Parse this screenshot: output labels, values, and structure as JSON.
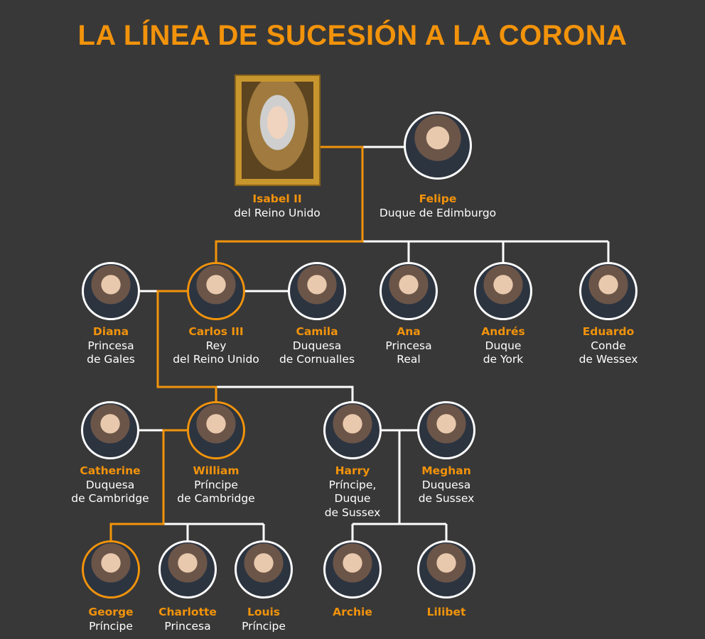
{
  "title": "LA LÍNEA DE SUCESIÓN A LA CORONA",
  "colors": {
    "accent": "#f2930b",
    "background": "#383838",
    "line": "#ffffff"
  },
  "people": {
    "isabel": {
      "name": "Isabel II",
      "lines": [
        "del Reino Unido"
      ]
    },
    "felipe": {
      "name": "Felipe",
      "lines": [
        "Duque de Edimburgo"
      ]
    },
    "diana": {
      "name": "Diana",
      "lines": [
        "Princesa",
        "de Gales"
      ]
    },
    "carlos": {
      "name": "Carlos III",
      "lines": [
        "Rey",
        "del Reino Unido"
      ]
    },
    "camila": {
      "name": "Camila",
      "lines": [
        "Duquesa",
        "de Cornualles"
      ]
    },
    "ana": {
      "name": "Ana",
      "lines": [
        "Princesa",
        "Real"
      ]
    },
    "andres": {
      "name": "Andrés",
      "lines": [
        "Duque",
        "de York"
      ]
    },
    "eduardo": {
      "name": "Eduardo",
      "lines": [
        "Conde",
        "de Wessex"
      ]
    },
    "catherine": {
      "name": "Catherine",
      "lines": [
        "Duquesa",
        "de Cambridge"
      ]
    },
    "william": {
      "name": "William",
      "lines": [
        "Príncipe",
        "de Cambridge"
      ]
    },
    "harry": {
      "name": "Harry",
      "lines": [
        "Príncipe,",
        "Duque",
        "de Sussex"
      ]
    },
    "meghan": {
      "name": "Meghan",
      "lines": [
        "Duquesa",
        "de Sussex"
      ]
    },
    "george": {
      "name": "George",
      "lines": [
        "Príncipe"
      ]
    },
    "charlotte": {
      "name": "Charlotte",
      "lines": [
        "Princesa"
      ]
    },
    "louis": {
      "name": "Louis",
      "lines": [
        "Príncipe"
      ]
    },
    "archie": {
      "name": "Archie",
      "lines": []
    },
    "lilibet": {
      "name": "Lilibet",
      "lines": []
    }
  }
}
